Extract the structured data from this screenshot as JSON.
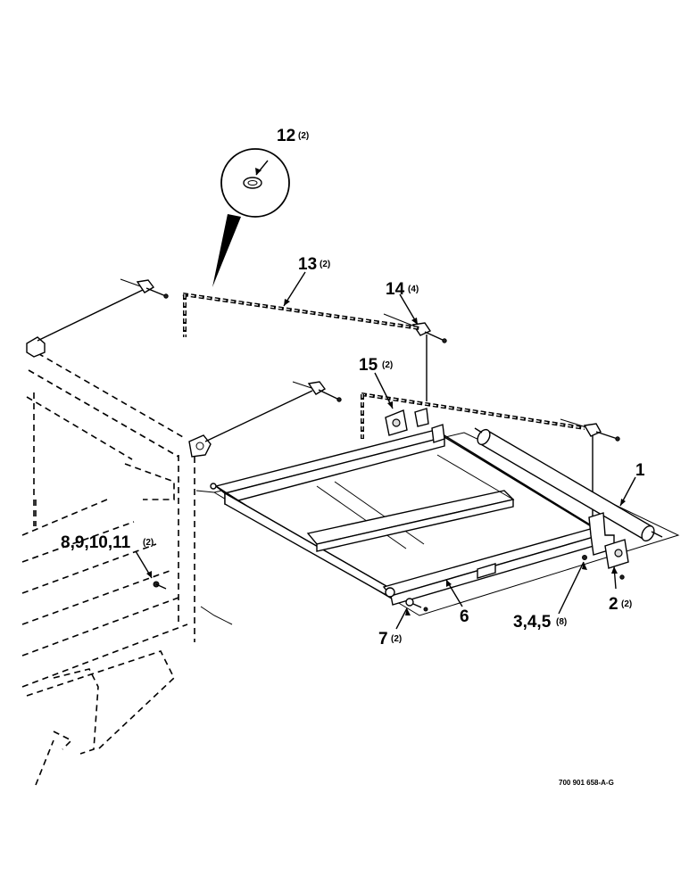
{
  "callouts": {
    "c1": {
      "num": "1",
      "qty": ""
    },
    "c2": {
      "num": "2",
      "qty": "(2)"
    },
    "c345": {
      "num": "3,4,5",
      "qty": "(8)"
    },
    "c6": {
      "num": "6",
      "qty": ""
    },
    "c7": {
      "num": "7",
      "qty": "(2)"
    },
    "c8": {
      "num": "8,9,10,11",
      "qty": "(2)"
    },
    "c12": {
      "num": "12",
      "qty": "(2)"
    },
    "c13": {
      "num": "13",
      "qty": "(2)"
    },
    "c14": {
      "num": "14",
      "qty": "(4)"
    },
    "c15": {
      "num": "15",
      "qty": "(2)"
    }
  },
  "drawing_code": "700 901 658-A-G"
}
